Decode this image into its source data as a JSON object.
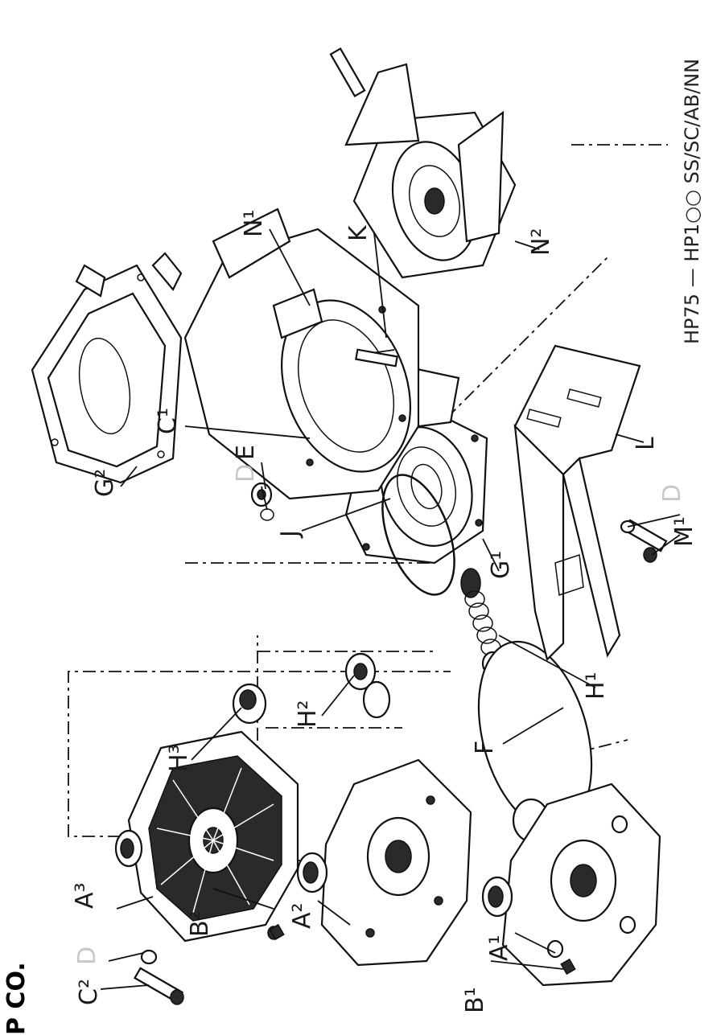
{
  "footer": {
    "model_text": "HP75  —  HP1○○  SS/SC/AB/NN",
    "logo_fragment": "P CO."
  },
  "labels": {
    "A1": "A¹",
    "A2": "A²",
    "A3": "A³",
    "B1": "B¹",
    "B2": "B²",
    "C1": "C¹",
    "C2": "C²",
    "D1": "D",
    "D2": "D",
    "D3": "D",
    "E": "E",
    "F": "F",
    "G1": "G¹",
    "G2": "G²",
    "H1": "H¹",
    "H2": "H²",
    "H3": "H³",
    "J": "J",
    "K": "K",
    "L": "L",
    "M": "M¹",
    "N1": "N¹",
    "N2": "N²"
  }
}
